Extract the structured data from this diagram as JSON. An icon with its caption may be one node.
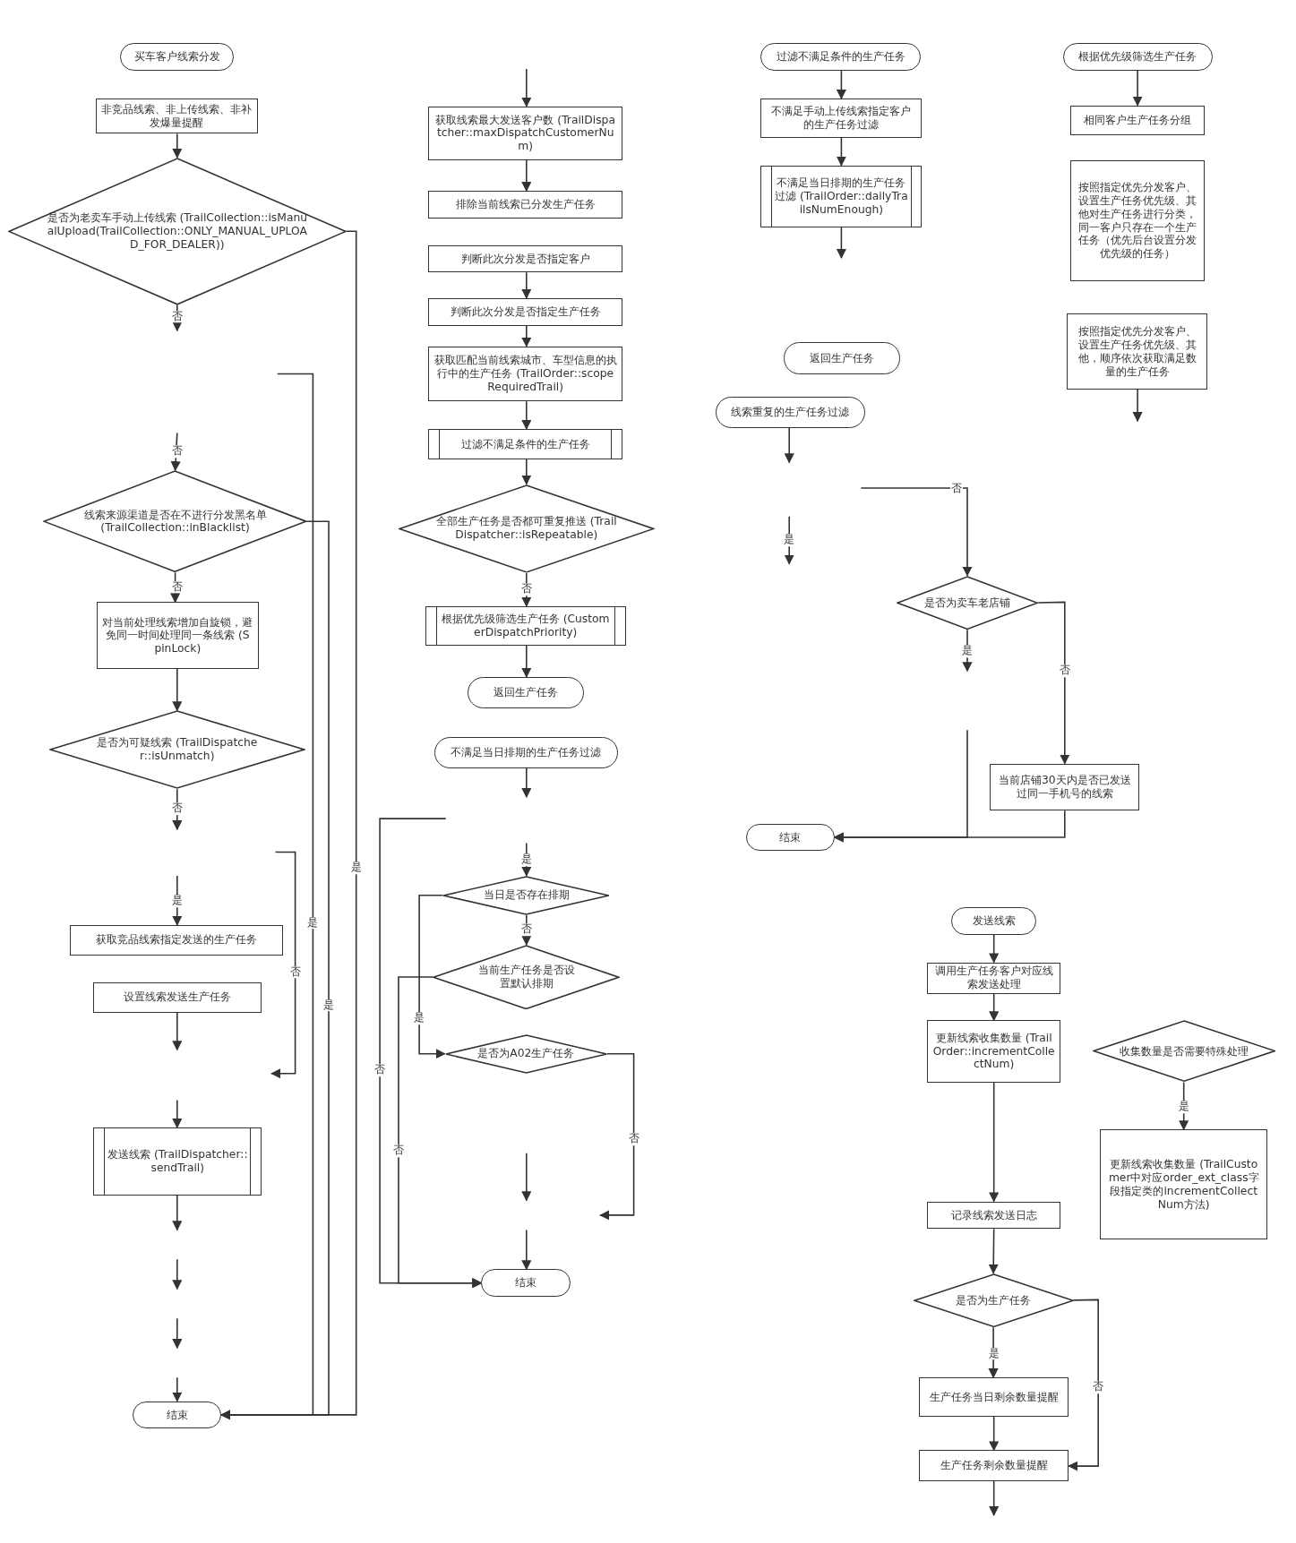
{
  "diagram": {
    "nodes": [
      {
        "text": [
          "买车客户线索分发"
        ]
      },
      {
        "text": [
          "非竞品线索、非上传线索、非补发爆量提醒"
        ]
      },
      {
        "text": [
          "是否为老卖车手动上传线索 (TrailCollection::isManualUpload(TrailCollection::ONLY_MANUAL_UPLOAD_FOR_DEALER))"
        ]
      },
      {
        "text": [
          "线索来源渠道是否在不进行分发黑名单 (TrailCollection::inBlacklist)"
        ]
      },
      {
        "text": [
          "对当前处理线索增加自旋锁，避免同一时间处理同一条线索 (SpinLock)"
        ]
      },
      {
        "text": [
          "是否为可疑线索 (TrailDispatcher::isUnmatch)"
        ]
      },
      {
        "text": [
          "获取竞品线索指定发送的生产任务"
        ]
      },
      {
        "text": [
          "设置线索发送生产任务"
        ]
      },
      {
        "text": [
          "发送线索 (TrailDispatcher::sendTrail)"
        ]
      },
      {
        "text": [
          "结束"
        ]
      },
      {
        "text": [
          "获取线索最大发送客户数 (TrailDispatcher::maxDispatchCustomerNum)"
        ]
      },
      {
        "text": [
          "排除当前线索已分发生产任务"
        ]
      },
      {
        "text": [
          "判断此次分发是否指定客户"
        ]
      },
      {
        "text": [
          "判断此次分发是否指定生产任务"
        ]
      },
      {
        "text": [
          "获取匹配当前线索城市、车型信息的执行中的生产任务 (TrailOrder::scopeRequiredTrail)"
        ]
      },
      {
        "text": [
          "过滤不满足条件的生产任务"
        ]
      },
      {
        "text": [
          "全部生产任务是否都可重复推送 (TrailDispatcher::isRepeatable)"
        ]
      },
      {
        "text": [
          "根据优先级筛选生产任务 (CustomerDispatchPriority)"
        ]
      },
      {
        "text": [
          "返回生产任务"
        ]
      },
      {
        "text": [
          "不满足当日排期的生产任务过滤"
        ]
      },
      {
        "text": [
          "当日是否存在排期"
        ]
      },
      {
        "text": [
          "当前生产任务是否设置默认排期"
        ]
      },
      {
        "text": [
          "是否为A02生产任务"
        ]
      },
      {
        "text": [
          "结束"
        ]
      },
      {
        "text": [
          "过滤不满足条件的生产任务"
        ]
      },
      {
        "text": [
          "不满足手动上传线索指定客户的生产任务过滤"
        ]
      },
      {
        "text": [
          "不满足当日排期的生产任务过滤 (TrailOrder::dailyTrailsNumEnough)"
        ]
      },
      {
        "text": [
          "返回生产任务"
        ]
      },
      {
        "text": [
          "线索重复的生产任务过滤"
        ]
      },
      {
        "text": [
          "是否为卖车老店铺"
        ]
      },
      {
        "text": [
          "当前店铺30天内是否已发送过同一手机号的线索"
        ]
      },
      {
        "text": [
          "结束"
        ]
      },
      {
        "text": [
          "根据优先级筛选生产任务"
        ]
      },
      {
        "text": [
          "相同客户生产任务分组"
        ]
      },
      {
        "text": [
          "按照指定优先分发客户、设置生产任务优先级、其他对生产任务进行分类，同一客户只存在一个生产任务（优先后台设置分发优先级的任务）"
        ]
      },
      {
        "text": [
          "按照指定优先分发客户、设置生产任务优先级、其他，顺序依次获取满足数量的生产任务"
        ]
      },
      {
        "text": [
          "发送线索"
        ]
      },
      {
        "text": [
          "调用生产任务客户对应线索发送处理"
        ]
      },
      {
        "text": [
          "更新线索收集数量 (TrailOrder::incrementCollectNum)"
        ]
      },
      {
        "text": [
          "记录线索发送日志"
        ]
      },
      {
        "text": [
          "是否为生产任务"
        ]
      },
      {
        "text": [
          "生产任务当日剩余数量提醒"
        ]
      },
      {
        "text": [
          "生产任务剩余数量提醒"
        ]
      },
      {
        "text": [
          "收集数量是否需要特殊处理"
        ]
      },
      {
        "text": [
          "更新线索收集数量 (TrailCustomer中对应order_ext_class字段指定类的incrementCollectNum方法)"
        ]
      }
    ],
    "edges": [
      {
        "from": 1,
        "to": 2,
        "arrow": "to"
      },
      {
        "from": 2,
        "to": null,
        "arrow": "to",
        "label": "否"
      },
      {
        "from": 2,
        "to": 9,
        "arrow": "to",
        "label": "是"
      },
      {
        "from": null,
        "to": 3,
        "arrow": "to",
        "label": "否"
      },
      {
        "from": 3,
        "to": 9,
        "arrow": "to",
        "label": "是"
      },
      {
        "from": 3,
        "to": 4,
        "arrow": "to",
        "label": "否"
      },
      {
        "from": 4,
        "to": 5,
        "arrow": "to"
      },
      {
        "from": 5,
        "to": null,
        "arrow": "to",
        "label": "否"
      },
      {
        "from": null,
        "to": 9,
        "arrow": "to",
        "label": "是"
      },
      {
        "from": null,
        "to": 6,
        "arrow": "to",
        "label": "是"
      },
      {
        "from": 7,
        "to": null,
        "arrow": "to"
      },
      {
        "from": null,
        "to": 8,
        "arrow": "to"
      },
      {
        "from": 8,
        "to": null,
        "arrow": "to"
      },
      {
        "from": null,
        "to": 9,
        "arrow": "to"
      },
      {
        "from": null,
        "to": 10,
        "arrow": "to"
      },
      {
        "from": 10,
        "to": 11,
        "arrow": "to"
      },
      {
        "from": 12,
        "to": 13,
        "arrow": "to"
      },
      {
        "from": 13,
        "to": 14,
        "arrow": "to"
      },
      {
        "from": 14,
        "to": 15,
        "arrow": "to"
      },
      {
        "from": 15,
        "to": 16,
        "arrow": "to"
      },
      {
        "from": 16,
        "to": 17,
        "arrow": "to",
        "label": "否"
      },
      {
        "from": 17,
        "to": 18,
        "arrow": "to"
      },
      {
        "from": 19,
        "to": null,
        "arrow": "to"
      },
      {
        "from": null,
        "to": 23,
        "arrow": "to",
        "label": "否"
      },
      {
        "from": null,
        "to": 20,
        "arrow": "to",
        "label": "是"
      },
      {
        "from": 20,
        "to": 21,
        "arrow": "to",
        "label": "否"
      },
      {
        "from": 20,
        "to": 22,
        "arrow": "to",
        "label": "是"
      },
      {
        "from": 21,
        "to": 23,
        "arrow": "to",
        "label": "否"
      },
      {
        "from": 22,
        "to": null,
        "arrow": "to",
        "label": "否"
      },
      {
        "from": null,
        "to": 23,
        "arrow": "to"
      },
      {
        "from": 24,
        "to": 25,
        "arrow": "to"
      },
      {
        "from": 25,
        "to": 26,
        "arrow": "to"
      },
      {
        "from": 26,
        "to": null,
        "arrow": "to"
      },
      {
        "from": 28,
        "to": null,
        "arrow": "to"
      },
      {
        "from": null,
        "to": 29,
        "arrow": "to",
        "label": "否"
      },
      {
        "from": 29,
        "to": null,
        "arrow": "to",
        "label": "是"
      },
      {
        "from": 29,
        "to": 30,
        "arrow": "to",
        "label": "否"
      },
      {
        "from": 30,
        "to": 31,
        "arrow": "to"
      },
      {
        "from": null,
        "to": 31,
        "arrow": "to"
      },
      {
        "from": 32,
        "to": 33,
        "arrow": "to"
      },
      {
        "from": 35,
        "to": null,
        "arrow": "to"
      },
      {
        "from": 36,
        "to": 37,
        "arrow": "to"
      },
      {
        "from": 37,
        "to": 38,
        "arrow": "to"
      },
      {
        "from": 38,
        "to": 39,
        "arrow": "to"
      },
      {
        "from": 39,
        "to": 40,
        "arrow": "to"
      },
      {
        "from": 40,
        "to": 41,
        "arrow": "to",
        "label": "是"
      },
      {
        "from": 40,
        "to": 42,
        "arrow": "to",
        "label": "否"
      },
      {
        "from": 41,
        "to": 42,
        "arrow": "to"
      },
      {
        "from": 42,
        "to": null,
        "arrow": "to"
      },
      {
        "from": 43,
        "to": 44,
        "arrow": "to",
        "label": "是"
      }
    ],
    "labels": [
      "否",
      "是"
    ]
  }
}
